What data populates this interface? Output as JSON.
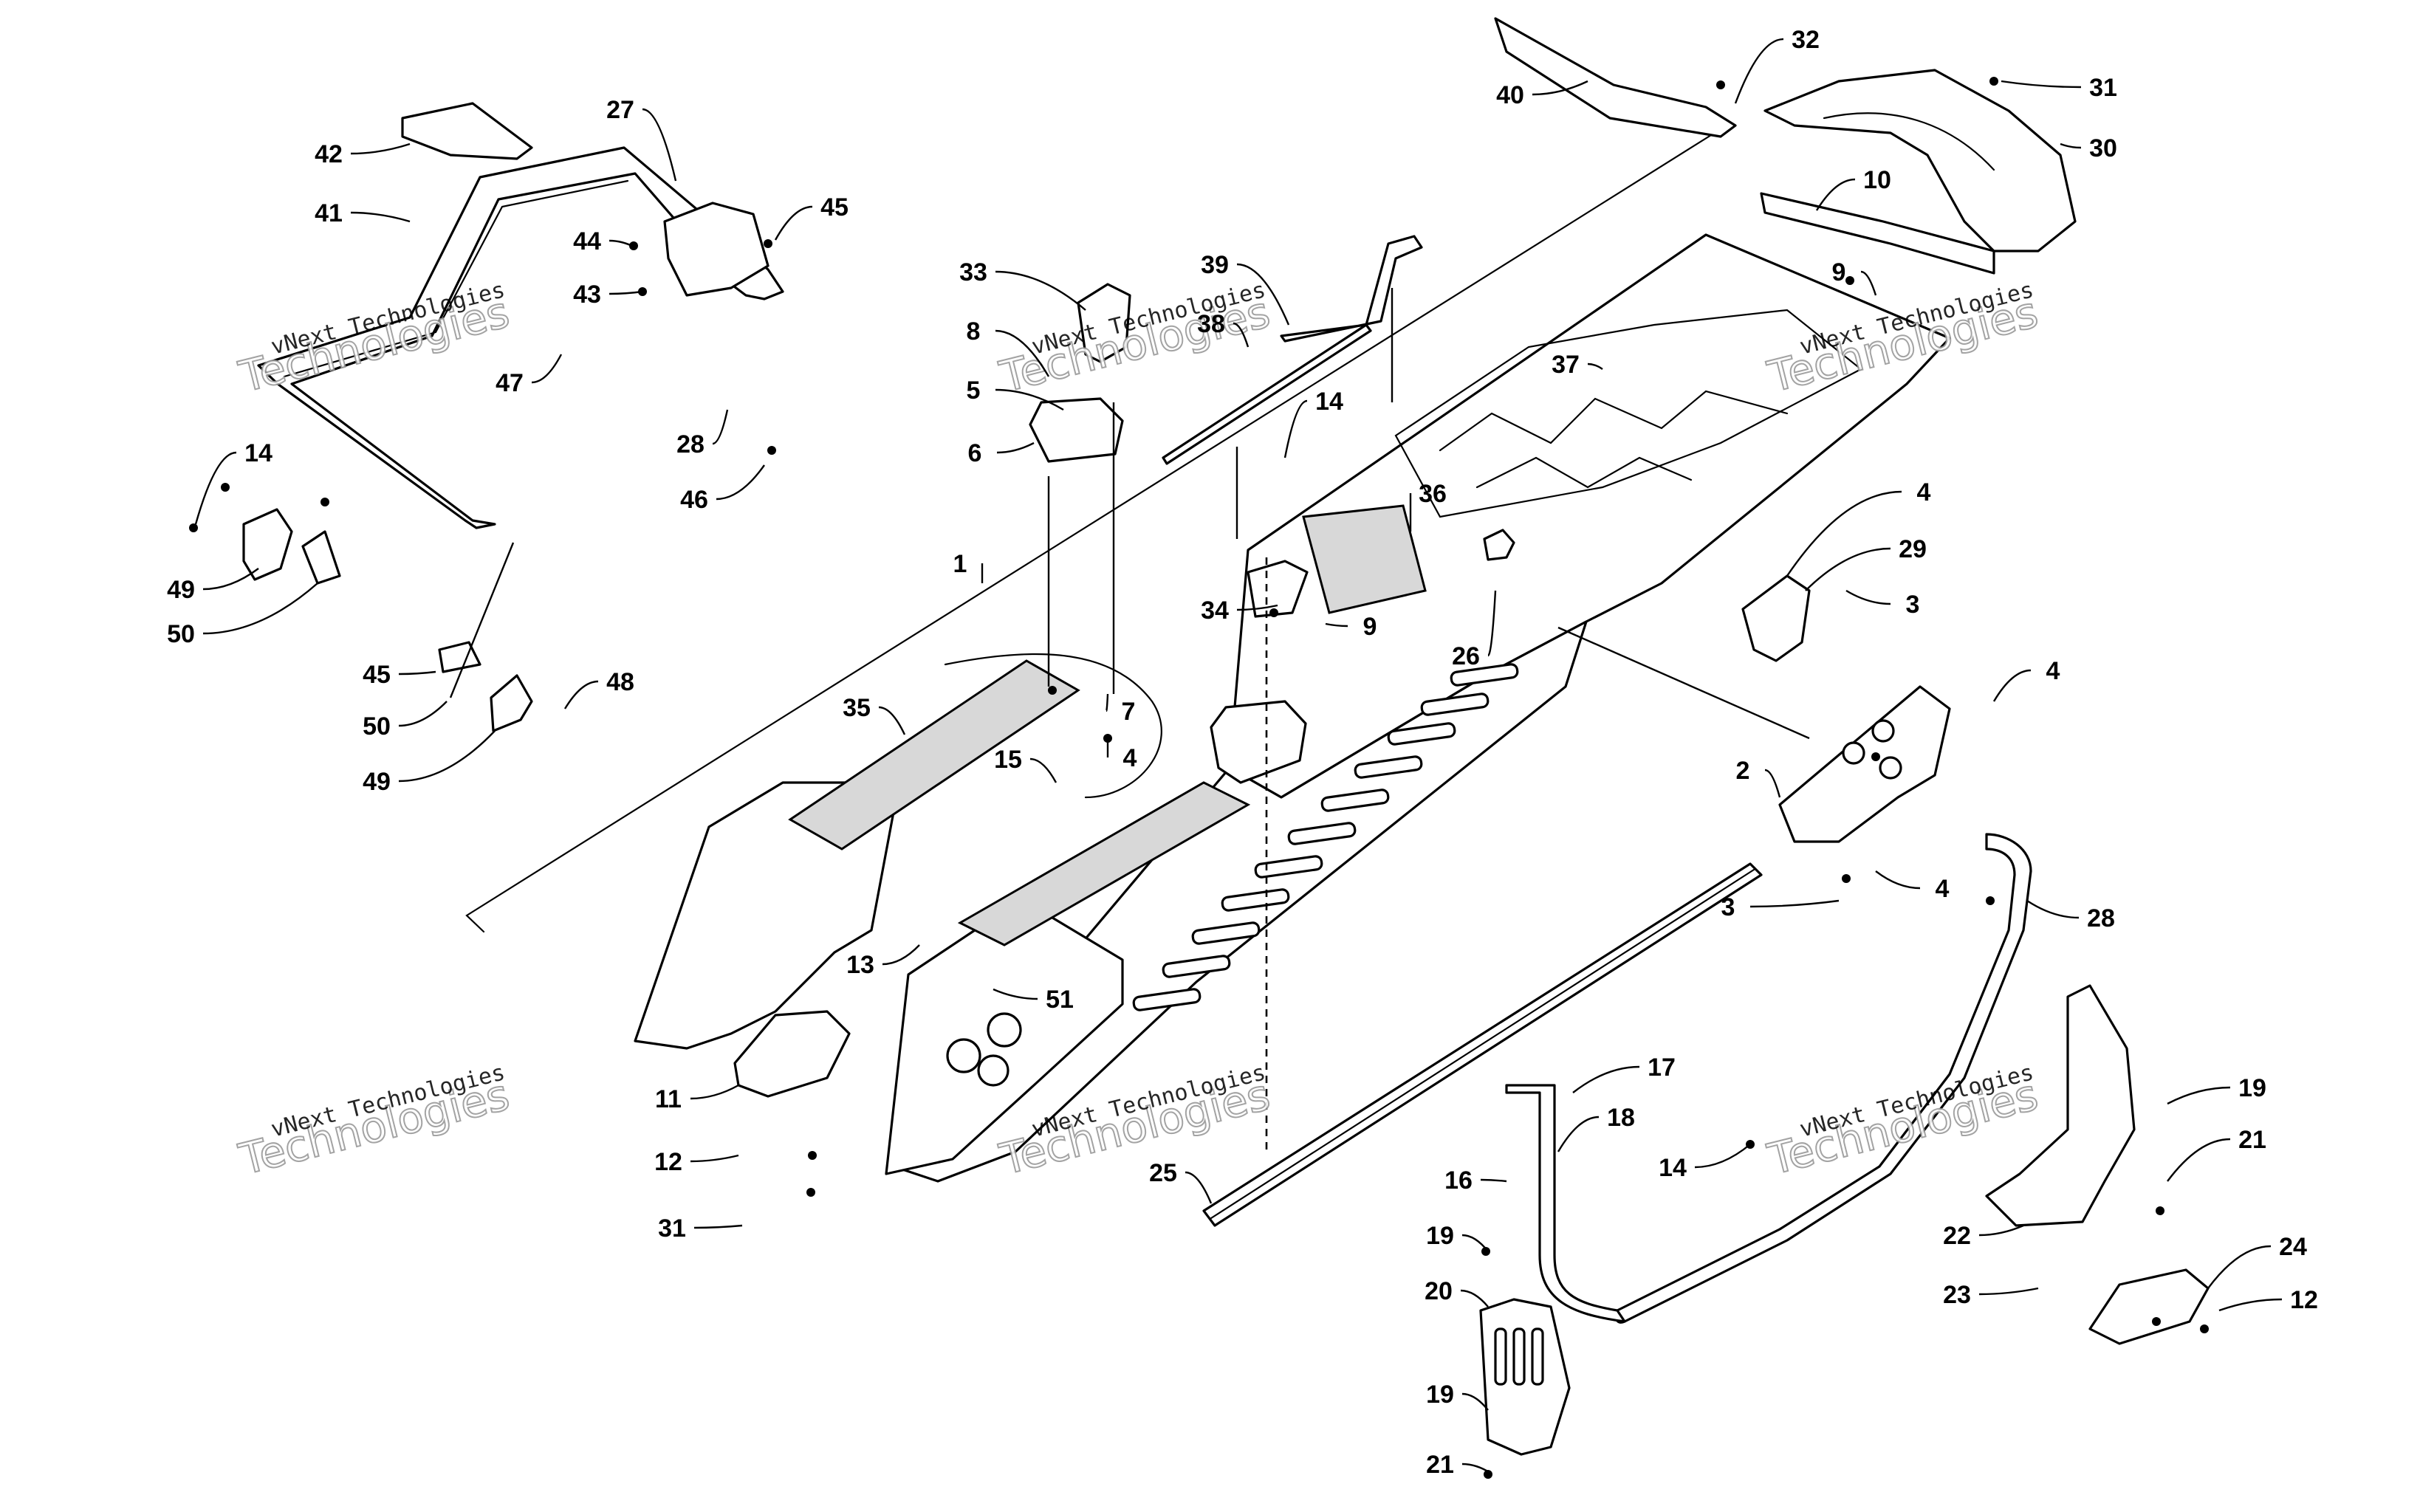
{
  "callouts": [
    {
      "label": "1"
    },
    {
      "label": "2"
    },
    {
      "label": "3"
    },
    {
      "label": "3"
    },
    {
      "label": "4"
    },
    {
      "label": "4"
    },
    {
      "label": "4"
    },
    {
      "label": "4"
    },
    {
      "label": "5"
    },
    {
      "label": "6"
    },
    {
      "label": "7"
    },
    {
      "label": "8"
    },
    {
      "label": "9"
    },
    {
      "label": "9"
    },
    {
      "label": "10"
    },
    {
      "label": "11"
    },
    {
      "label": "12"
    },
    {
      "label": "12"
    },
    {
      "label": "13"
    },
    {
      "label": "14"
    },
    {
      "label": "14"
    },
    {
      "label": "14"
    },
    {
      "label": "15"
    },
    {
      "label": "16"
    },
    {
      "label": "17"
    },
    {
      "label": "18"
    },
    {
      "label": "19"
    },
    {
      "label": "19"
    },
    {
      "label": "19"
    },
    {
      "label": "20"
    },
    {
      "label": "21"
    },
    {
      "label": "21"
    },
    {
      "label": "22"
    },
    {
      "label": "23"
    },
    {
      "label": "24"
    },
    {
      "label": "25"
    },
    {
      "label": "26"
    },
    {
      "label": "27"
    },
    {
      "label": "28"
    },
    {
      "label": "28"
    },
    {
      "label": "29"
    },
    {
      "label": "30"
    },
    {
      "label": "31"
    },
    {
      "label": "31"
    },
    {
      "label": "32"
    },
    {
      "label": "33"
    },
    {
      "label": "34"
    },
    {
      "label": "35"
    },
    {
      "label": "36"
    },
    {
      "label": "37"
    },
    {
      "label": "38"
    },
    {
      "label": "39"
    },
    {
      "label": "40"
    },
    {
      "label": "41"
    },
    {
      "label": "42"
    },
    {
      "label": "43"
    },
    {
      "label": "44"
    },
    {
      "label": "45"
    },
    {
      "label": "45"
    },
    {
      "label": "46"
    },
    {
      "label": "47"
    },
    {
      "label": "48"
    },
    {
      "label": "49"
    },
    {
      "label": "49"
    },
    {
      "label": "50"
    },
    {
      "label": "50"
    },
    {
      "label": "51"
    }
  ],
  "watermarks": [
    {
      "line1": "vNext Technologies",
      "line2": "Technologies"
    },
    {
      "line1": "vNext Technologies",
      "line2": "Technologies"
    },
    {
      "line1": "vNext Technologies",
      "line2": "Technologies"
    },
    {
      "line1": "vNext Technologies",
      "line2": "Technologies"
    },
    {
      "line1": "vNext Technologies",
      "line2": "Technologies"
    },
    {
      "line1": "vNext Technologies",
      "line2": "Technologies"
    }
  ],
  "colors": {
    "line": "#000000",
    "paper": "#ffffff",
    "watermark": "#9a9a9a"
  }
}
